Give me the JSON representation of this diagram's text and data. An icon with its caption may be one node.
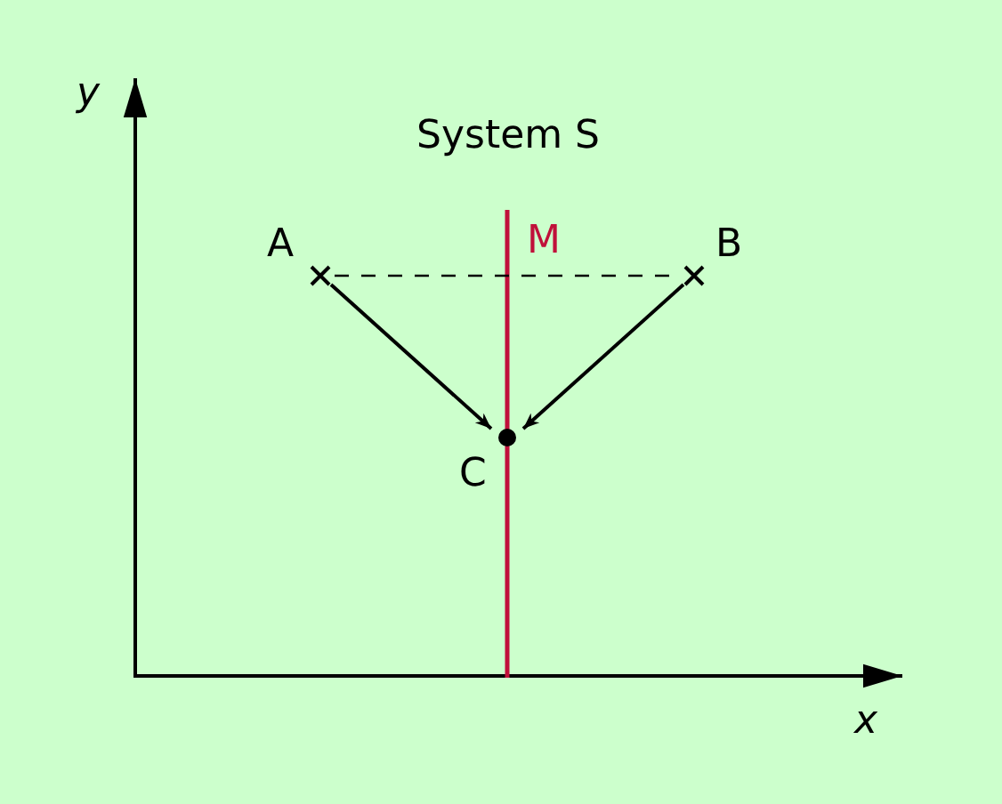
{
  "diagram": {
    "title": "System S",
    "nodes": [
      {
        "text": [
          "A"
        ]
      },
      {
        "text": [
          "B"
        ]
      },
      {
        "text": [
          "C"
        ]
      }
    ],
    "edges": [
      {
        "from": 0,
        "to": 2,
        "arrow": "to"
      },
      {
        "from": 1,
        "to": 2,
        "arrow": "to"
      },
      {
        "from": 0,
        "to": 1,
        "arrow": "none",
        "style": "dashed"
      }
    ],
    "labels": [
      "y",
      "M",
      "x"
    ]
  }
}
